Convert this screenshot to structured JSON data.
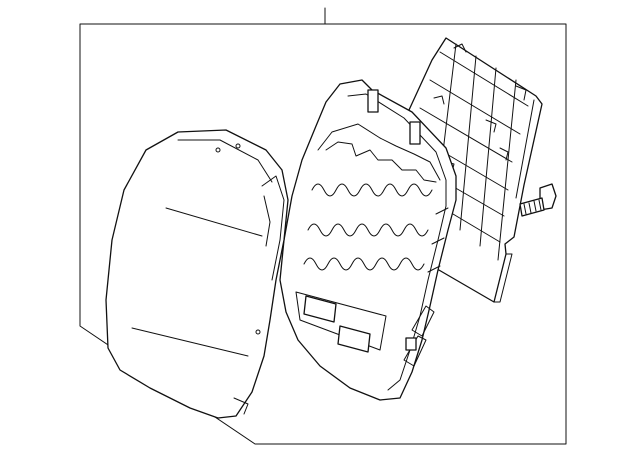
{
  "diagram": {
    "parts": [
      {
        "name": "seat-back-cover"
      },
      {
        "name": "seat-back-frame"
      },
      {
        "name": "back-panel"
      },
      {
        "name": "screw"
      }
    ],
    "line_color": "#111111",
    "background": "#ffffff"
  }
}
